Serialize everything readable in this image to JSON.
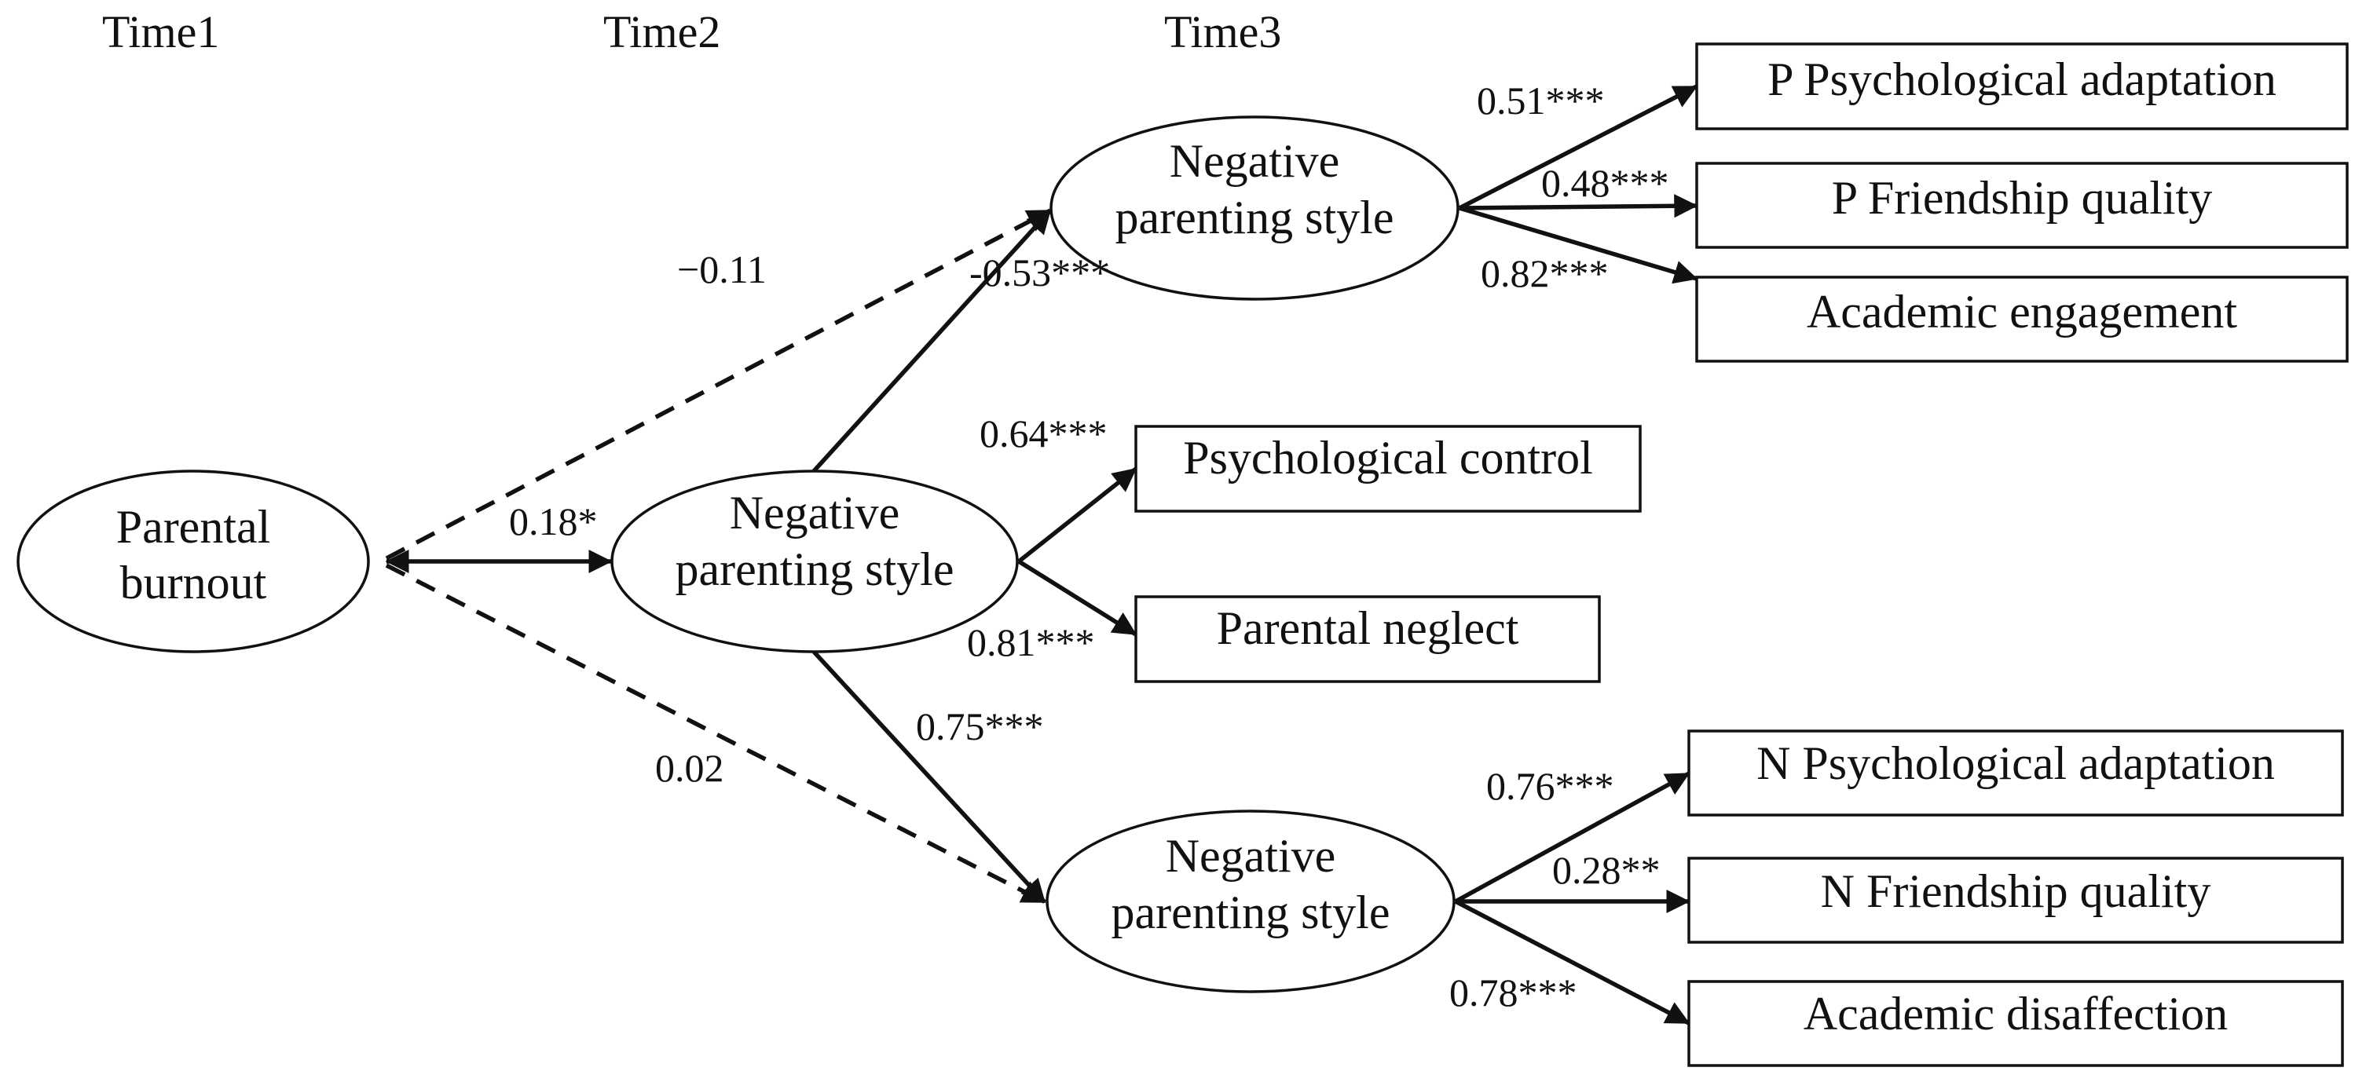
{
  "headers": {
    "time1": "Time1",
    "time2": "Time2",
    "time3": "Time3"
  },
  "latents": {
    "burnout": [
      "Parental",
      "burnout"
    ],
    "nps_t2": [
      "Negative",
      "parenting style"
    ],
    "nps_t3_top": [
      "Negative",
      "parenting style"
    ],
    "nps_t3_bottom": [
      "Negative",
      "parenting style"
    ]
  },
  "indicators": {
    "p_psych": "P Psychological adaptation",
    "p_friend": "P Friendship quality",
    "acad_eng": "Academic engagement",
    "psych_control": "Psychological control",
    "neglect": "Parental neglect",
    "n_psych": "N Psychological adaptation",
    "n_friend": "N Friendship quality",
    "acad_dis": "Academic disaffection"
  },
  "coefficients": {
    "burnout_to_top": "−0.11",
    "burnout_nps2": "0.18*",
    "burnout_to_bottom": "0.02",
    "nps2_to_top": "-0.53***",
    "nps2_to_bottom": "0.75***",
    "control_loading": "0.64***",
    "neglect_loading": "0.81***",
    "p_psych_loading": "0.51***",
    "p_friend_loading": "0.48***",
    "acad_eng_loading": "0.82***",
    "n_psych_loading": "0.76***",
    "n_friend_loading": "0.28**",
    "acad_dis_loading": "0.78***"
  }
}
